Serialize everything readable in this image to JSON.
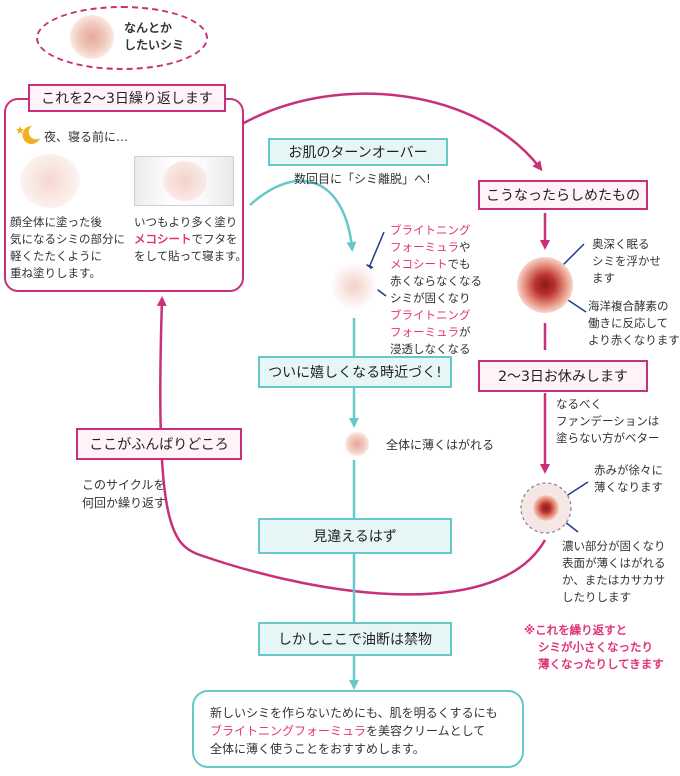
{
  "top_bubble": {
    "text_line1": "なんとか",
    "text_line2": "したいシミ"
  },
  "repeat_box": {
    "title": "これを2〜3日繰り返します",
    "night_label": "夜、寝る前に…",
    "left_caption": [
      "顔全体に塗った後",
      "気になるシミの部分に",
      "軽くたたくように",
      "重ね塗りします。"
    ],
    "right_caption_1": "いつもより多く塗り",
    "right_caption_2_highlight": "メコシート",
    "right_caption_2_rest": "でフタを",
    "right_caption_3": "をして貼って寝ます。"
  },
  "center": {
    "turnover_title": "お肌のターンオーバー",
    "turnover_sub": "数回目に「シミ離脱」へ!",
    "anno1": {
      "line1_highlight": "ブライトニング",
      "line2_highlight": "フォーミュラ",
      "line2_rest": "や",
      "line3_highlight": "メコシート",
      "line3_rest": "でも",
      "line4": "赤くならなくなる"
    },
    "anno2": {
      "line1": "シミが固くなり",
      "line2_highlight": "ブライトニング",
      "line3_highlight": "フォーミュラ",
      "line3_rest": "が",
      "line4": "浸透しなくなる"
    },
    "happy_box": "ついに嬉しくなる時近づく!",
    "peel_note": "全体に薄くはがれる",
    "different_box": "見違えるはず",
    "caution_box": "しかしここで油断は禁物",
    "final_box": {
      "line1": "新しいシミを作らないためにも、肌を明るくするにも",
      "line2_highlight": "ブライトニングフォーミュラ",
      "line2_rest": "を美容クリームとして",
      "line3": "全体に薄く使うことをおすすめします。"
    }
  },
  "right": {
    "result_box": "こうなったらしめたもの",
    "anno_top": [
      "奥深く眠る",
      "シミを浮かせ",
      "ます"
    ],
    "anno_bottom": [
      "海洋複合酵素の",
      "働きに反応して",
      "より赤くなります"
    ],
    "rest_box": "2〜3日お休みします",
    "rest_note": [
      "なるべく",
      "ファンデーションは",
      "塗らない方がベター"
    ],
    "anno_fade": [
      "赤みが徐々に",
      "薄くなります"
    ],
    "anno_peel": [
      "濃い部分が固くなり",
      "表面が薄くはがれる",
      "か、またはカサカサ",
      "したりします"
    ],
    "repeat_note": [
      "※これを繰り返すと",
      "シミが小さくなったり",
      "薄くなったりしてきます"
    ]
  },
  "left": {
    "crux_box": "ここがふんばりどころ",
    "cycle_note": [
      "このサイクルを",
      "何回か繰り返す"
    ]
  },
  "colors": {
    "pink": "#c8307a",
    "highlight": "#e2347a",
    "teal": "#66c8c8",
    "navy": "#1f3b8f"
  }
}
